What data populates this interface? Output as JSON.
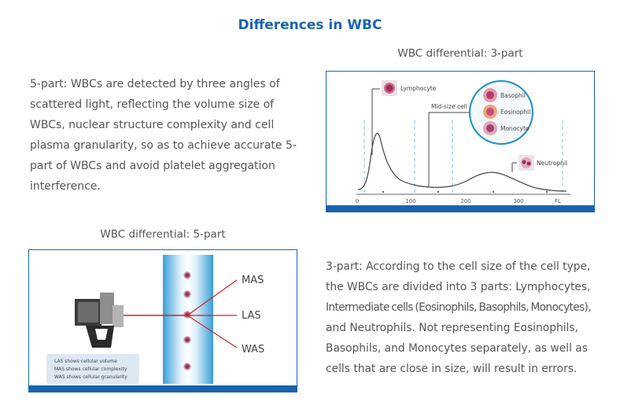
{
  "page": {
    "title": "Differences in WBC"
  },
  "five_part": {
    "description": "5-part: WBCs are detected by three angles of scattered light, reflecting the volume size of WBCs, nuclear structure complexity and cell plasma granularity, so as to achieve accurate 5-part of WBCs and avoid platelet aggregation interference.",
    "figure_caption": "WBC differential: 5-part",
    "diagram": {
      "scatter_labels": [
        "MAS",
        "LAS",
        "WAS"
      ],
      "legend_lines": [
        "LAS shows cellular volume",
        "MAS shows cellular complexity",
        "WAS shows cellular granularity"
      ]
    }
  },
  "three_part": {
    "figure_caption": "WBC differential: 3-part",
    "description_line1": "3-part: According to the cell size of the cell type, the WBCs are divided into 3 parts: Lymphocytes,",
    "description_line2": "Intermediate cells (Eosinophils, Basophils, Monocytes),",
    "description_line3": "and Neutrophils. Not representing Eosinophils, Basophils, and Monocytes separately, as well as cells that are close in size, will result in errors.",
    "histogram": {
      "x_ticks": [
        "0",
        "100",
        "200",
        "300"
      ],
      "x_unit": "FL",
      "lymphocyte_label": "Lymphocyte",
      "midsize_label": "Mid-size cell",
      "midsize_members": [
        "Basophil",
        "Eosinophil",
        "Monocyte"
      ],
      "neutrophil_label": "Neutrophil"
    }
  },
  "colors": {
    "accent": "#1a63b0",
    "laser": "#d42020",
    "cell": "#c74a78"
  }
}
